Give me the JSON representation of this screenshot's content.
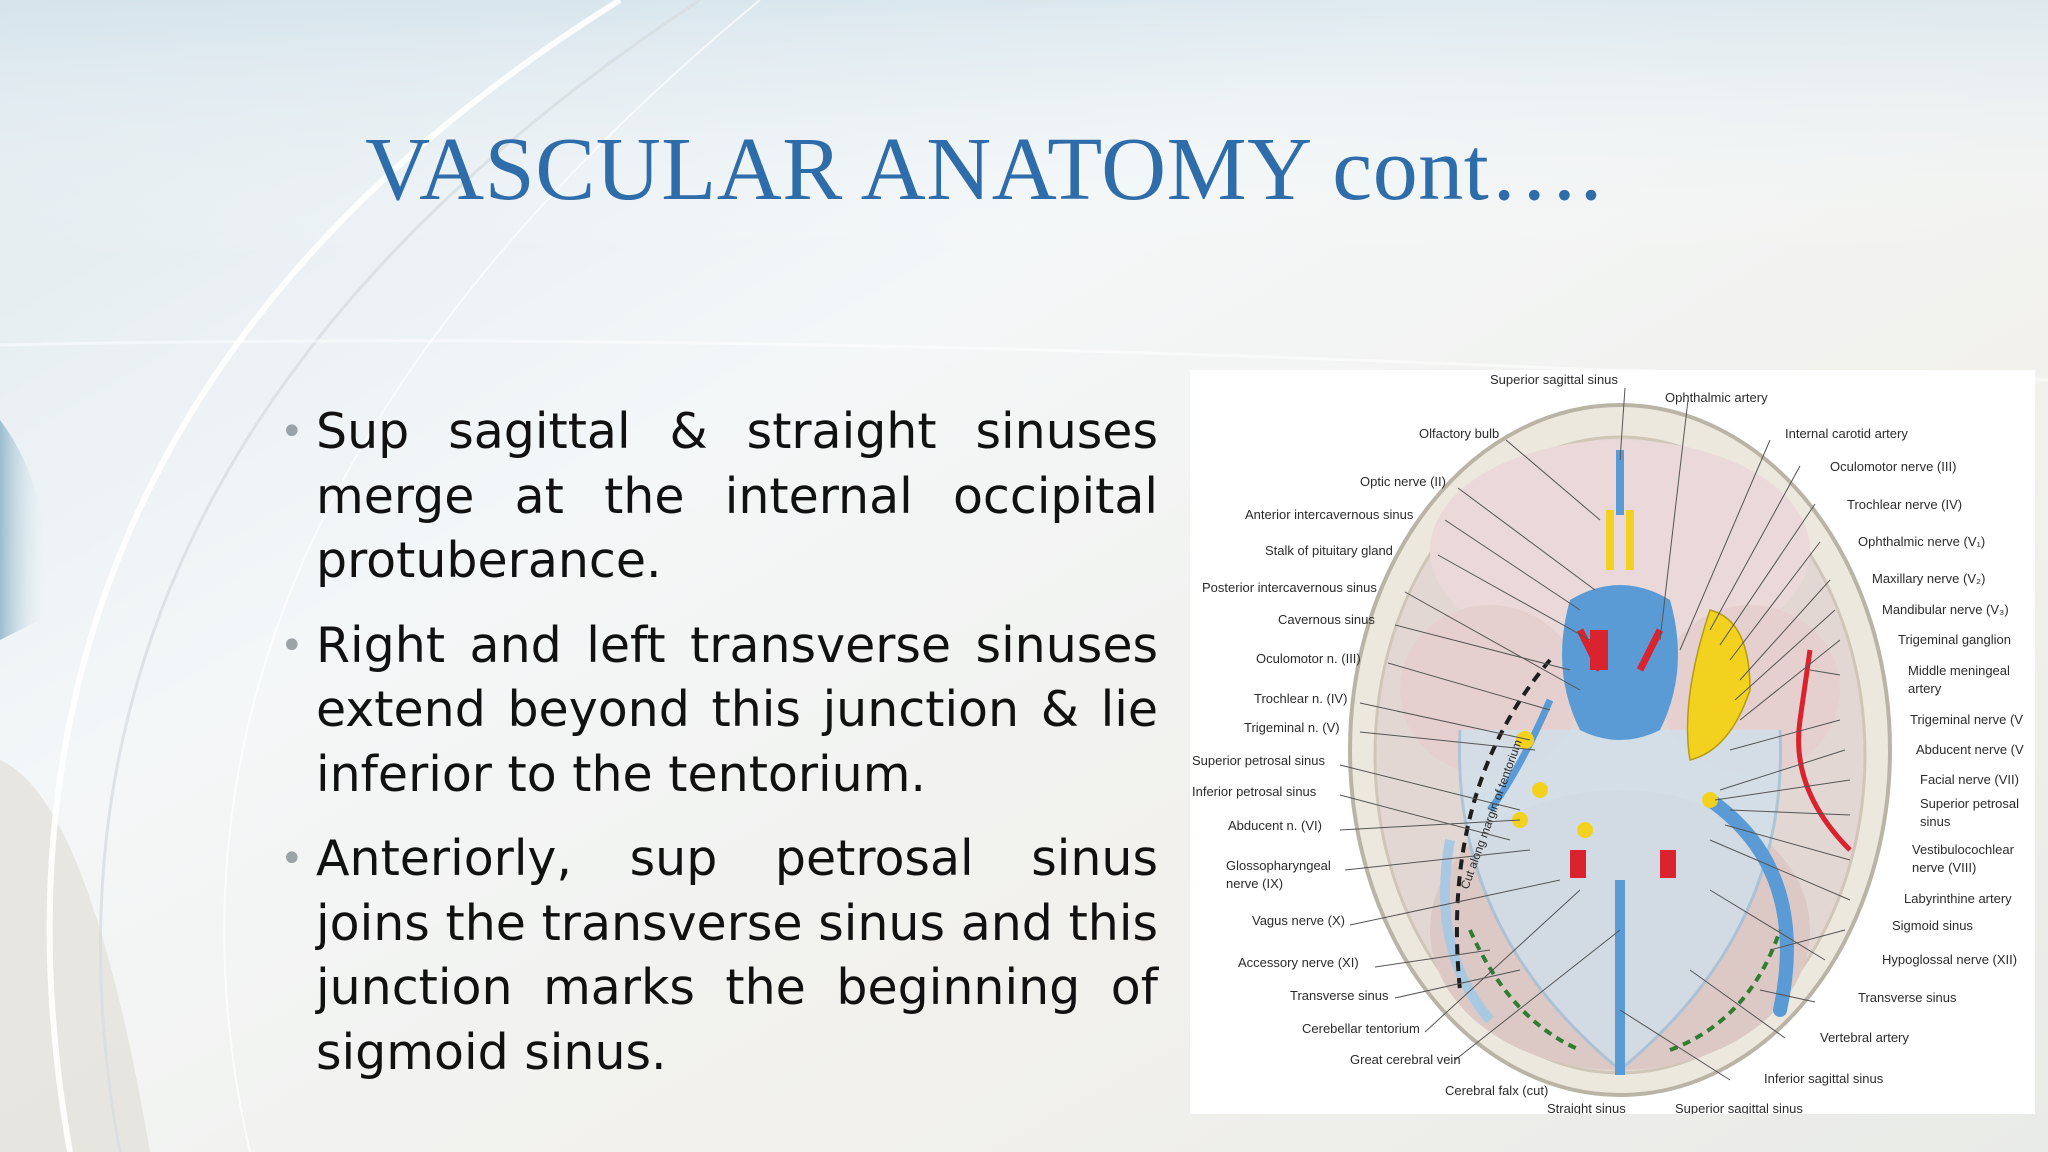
{
  "title": "VASCULAR ANATOMY cont….",
  "bullets": [
    "Sup sagittal & straight sinuses merge at the internal occipital protuberance.",
    "Right and left transverse sinuses extend beyond this junction & lie inferior to the tentorium.",
    "Anteriorly, sup petrosal sinus joins the transverse sinus and this junction marks the beginning of sigmoid sinus."
  ],
  "figure": {
    "labels_top": [
      "Superior sagittal sinus",
      "Ophthalmic artery"
    ],
    "labels_left": [
      "Olfactory bulb",
      "Optic nerve (II)",
      "Anterior intercavernous sinus",
      "Stalk of pituitary gland",
      "Posterior intercavernous sinus",
      "Cavernous sinus",
      "Oculomotor n. (III)",
      "Trochlear n. (IV)",
      "Trigeminal n. (V)",
      "Superior petrosal sinus",
      "Inferior petrosal sinus",
      "Abducent n. (VI)",
      "Glossopharyngeal",
      "nerve (IX)",
      "Vagus nerve (X)",
      "Accessory nerve (XI)",
      "Transverse sinus",
      "Cerebellar tentorium",
      "Great cerebral vein",
      "Cerebral falx (cut)",
      "Straight sinus"
    ],
    "labels_right": [
      "Internal carotid artery",
      "Oculomotor nerve (III)",
      "Trochlear nerve (IV)",
      "Ophthalmic nerve (V₁)",
      "Maxillary nerve (V₂)",
      "Mandibular nerve (V₃)",
      "Trigeminal ganglion",
      "Middle meningeal",
      "artery",
      "Trigeminal nerve (V",
      "Abducent nerve (V",
      "Facial nerve (VII)",
      "Superior petrosal",
      "sinus",
      "Vestibulocochlear",
      "nerve (VIII)",
      "Labyrinthine artery",
      "Sigmoid sinus",
      "Hypoglossal nerve (XII)",
      "Transverse sinus",
      "Vertebral artery",
      "Inferior sagittal sinus",
      "Superior sagittal sinus"
    ],
    "cut_label": "Cut along margin of tentorium",
    "colors": {
      "venous": "#5b9bd5",
      "nerve": "#f2d21e",
      "artery": "#d9232e"
    }
  }
}
